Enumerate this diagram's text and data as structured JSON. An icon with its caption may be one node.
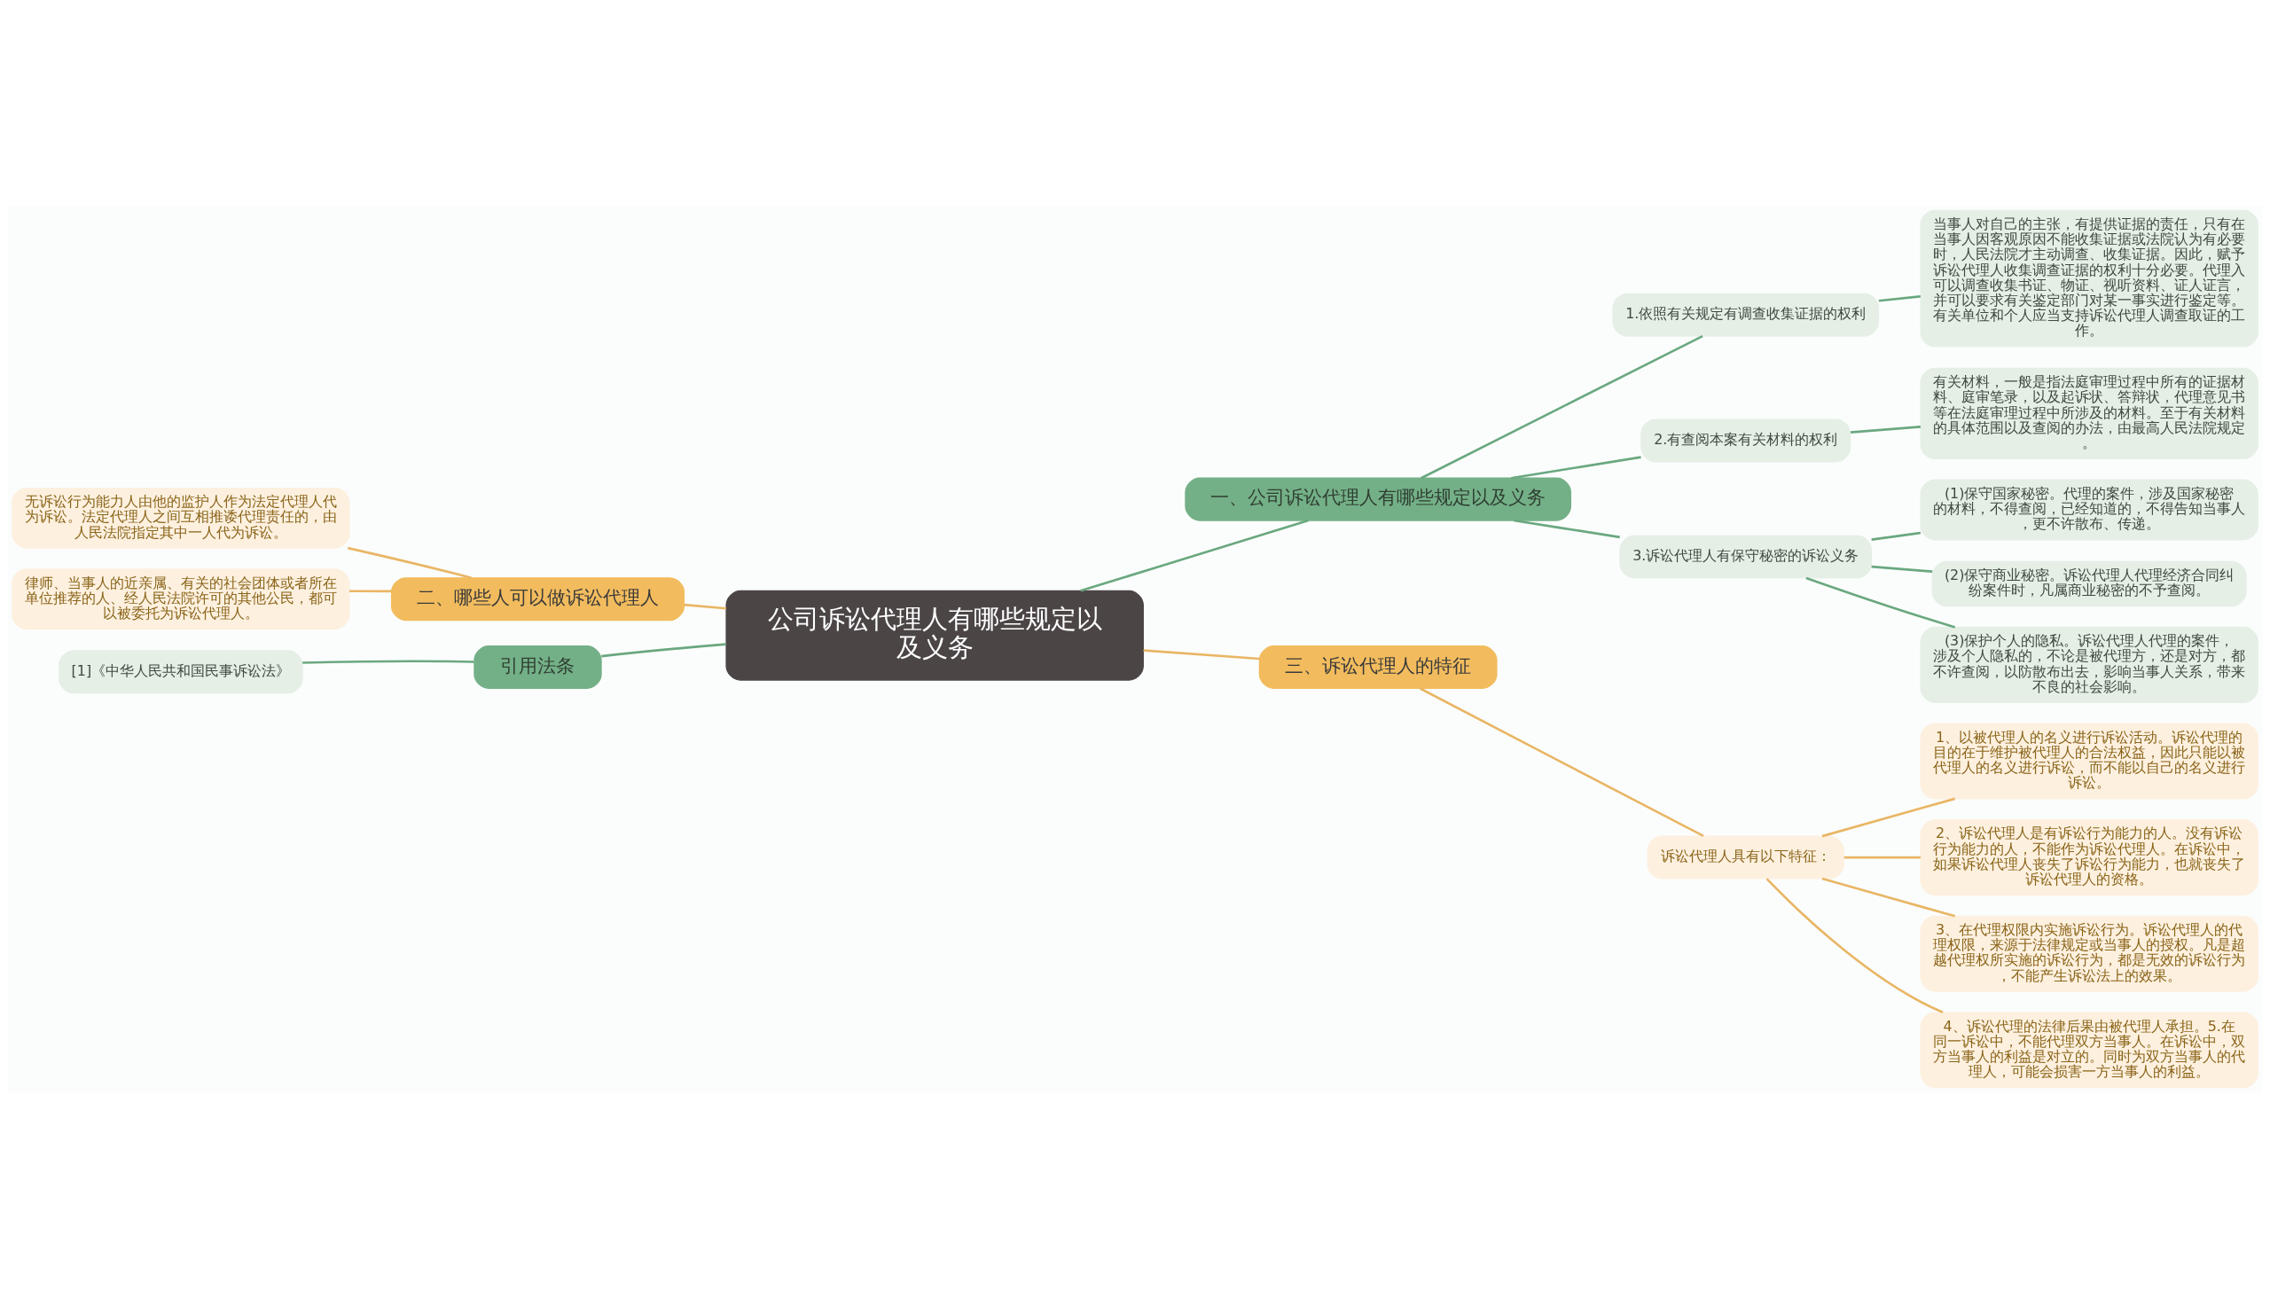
{
  "diagram": {
    "nodes": [
      {
        "text": [
          "公司诉讼代理人有哪些规定以及义务"
        ]
      },
      {
        "text": [
          "一、公司诉讼代理人有哪些规定以及义务"
        ]
      },
      {
        "text": [
          "1.依照有关规定有调查收集证据的权利"
        ]
      },
      {
        "text": [
          "当事人对自己的主张，有提供证据的责任，只有在当事人因客观原因不能收集证据或法院认为有必要时，人民法院才主动调查、收集证据。因此，赋予诉讼代理人收集调查证据的权利十分必要。代理入可以调查收集书证、物证、视听资料、证人证言，并可以要求有关鉴定部门对某一事实进行鉴定等。有关单位和个人应当支持诉讼代理人调查取证的工作。"
        ]
      },
      {
        "text": [
          "2.有查阅本案有关材料的权利"
        ]
      },
      {
        "text": [
          "有关材料，一般是指法庭审理过程中所有的证据材料、庭审笔录，以及起诉状、答辩状，代理意见书等在法庭审理过程中所涉及的材料。至于有关材料的具体范围以及查阅的办法，由最高人民法院规定。"
        ]
      },
      {
        "text": [
          "3.诉讼代理人有保守秘密的诉讼义务"
        ]
      },
      {
        "text": [
          "(1)保守国家秘密。代理的案件，涉及国家秘密的材料，不得查阅，已经知道的，不得告知当事人，更不许散布、传递。"
        ]
      },
      {
        "text": [
          "(2)保守商业秘密。诉讼代理人代理经济合同纠纷案件时，凡属商业秘密的不予查阅。"
        ]
      },
      {
        "text": [
          "(3)保护个人的隐私。诉讼代理人代理的案件，涉及个人隐私的，不论是被代理方，还是对方，都不许查阅，以防散布出去，影响当事人关系，带来不良的社会影响。"
        ]
      },
      {
        "text": [
          "二、哪些人可以做诉讼代理人"
        ]
      },
      {
        "text": [
          "无诉讼行为能力人由他的监护人作为法定代理人代为诉讼。法定代理人之间互相推诿代理责任的，由人民法院指定其中一人代为诉讼。"
        ]
      },
      {
        "text": [
          "律师、当事人的近亲属、有关的社会团体或者所在单位推荐的人、经人民法院许可的其他公民，都可以被委托为诉讼代理人。"
        ]
      },
      {
        "text": [
          "引用法条"
        ]
      },
      {
        "text": [
          "[1]《中华人民共和国民事诉讼法》"
        ]
      },
      {
        "text": [
          "三、诉讼代理人的特征"
        ]
      },
      {
        "text": [
          "诉讼代理人具有以下特征："
        ]
      },
      {
        "text": [
          "1、以被代理人的名义进行诉讼活动。诉讼代理的目的在于维护被代理人的合法权益，因此只能以被代理人的名义进行诉讼，而不能以自己的名义进行诉讼。"
        ]
      },
      {
        "text": [
          "2、诉讼代理人是有诉讼行为能力的人。没有诉讼行为能力的人，不能作为诉讼代理人。在诉讼中，如果诉讼代理人丧失了诉讼行为能力，也就丧失了诉讼代理人的资格。"
        ]
      },
      {
        "text": [
          "3、在代理权限内实施诉讼行为。诉讼代理人的代理权限，来源于法律规定或当事人的授权。凡是超越代理权所实施的诉讼行为，都是无效的诉讼行为，不能产生诉讼法上的效果。"
        ]
      },
      {
        "text": [
          "4、诉讼代理的法律后果由被代理人承担。5.在同一诉讼中，不能代理双方当事人。在诉讼中，双方当事人的利益是对立的。同时为双方当事人的代理人，可能会损害一方当事人的利益。"
        ]
      }
    ],
    "edges": [
      {
        "from": 0,
        "to": 1,
        "arrow": "none"
      },
      {
        "from": 1,
        "to": 2,
        "arrow": "none"
      },
      {
        "from": 2,
        "to": 3,
        "arrow": "none"
      },
      {
        "from": 1,
        "to": 4,
        "arrow": "none"
      },
      {
        "from": 4,
        "to": 5,
        "arrow": "none"
      },
      {
        "from": 1,
        "to": 6,
        "arrow": "none"
      },
      {
        "from": 6,
        "to": 7,
        "arrow": "none"
      },
      {
        "from": 6,
        "to": 8,
        "arrow": "none"
      },
      {
        "from": 6,
        "to": 9,
        "arrow": "none"
      },
      {
        "from": 0,
        "to": 10,
        "arrow": "none",
        "color": "#e9b665"
      },
      {
        "from": 10,
        "to": 11,
        "arrow": "none",
        "color": "#e9b665"
      },
      {
        "from": 10,
        "to": 12,
        "arrow": "none",
        "color": "#e9b665"
      },
      {
        "from": 0,
        "to": 13,
        "arrow": "none"
      },
      {
        "from": 13,
        "to": 14,
        "arrow": "none"
      },
      {
        "from": 0,
        "to": 15,
        "arrow": "none",
        "color": "#e9b665"
      },
      {
        "from": 15,
        "to": 16,
        "arrow": "none",
        "color": "#e9b665"
      },
      {
        "from": 16,
        "to": 17,
        "arrow": "none",
        "color": "#e9b665"
      },
      {
        "from": 16,
        "to": 18,
        "arrow": "none",
        "color": "#e9b665"
      },
      {
        "from": 16,
        "to": 19,
        "arrow": "none",
        "color": "#e9b665"
      },
      {
        "from": 16,
        "to": 20,
        "arrow": "none",
        "color": "#e9b665"
      }
    ]
  }
}
